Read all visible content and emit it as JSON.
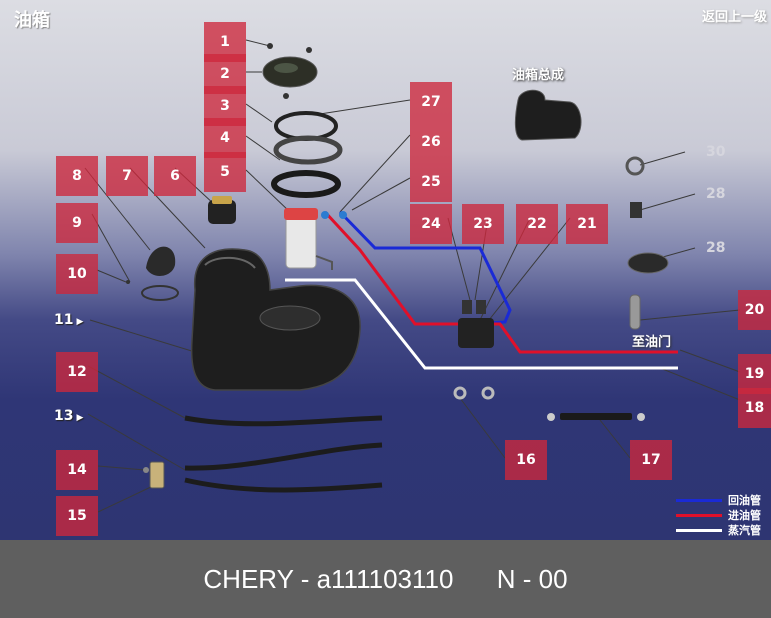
{
  "header": {
    "title": "油箱",
    "back_link": "返回上一级"
  },
  "assembly_label": "油箱总成",
  "to_filler_label": "至油门",
  "callouts": {
    "c1": "1",
    "c2": "2",
    "c3": "3",
    "c4": "4",
    "c5": "5",
    "c6": "6",
    "c7": "7",
    "c8": "8",
    "c9": "9",
    "c10": "10",
    "c11": "11",
    "c12": "12",
    "c13": "13",
    "c14": "14",
    "c15": "15",
    "c16": "16",
    "c17": "17",
    "c18": "18",
    "c19": "19",
    "c20": "20",
    "c21": "21",
    "c22": "22",
    "c23": "23",
    "c24": "24",
    "c25": "25",
    "c26": "26",
    "c27": "27",
    "c28": "28",
    "c29": "28",
    "c30": "30"
  },
  "legend": {
    "return_line": {
      "label": "回油管",
      "color": "#1a2ad6"
    },
    "feed_line": {
      "label": "进油管",
      "color": "#e0102a"
    },
    "vapor_line": {
      "label": "蒸汽管",
      "color": "#ffffff"
    }
  },
  "footer": {
    "brand": "CHERY - a111103110",
    "version": "N - 00"
  }
}
